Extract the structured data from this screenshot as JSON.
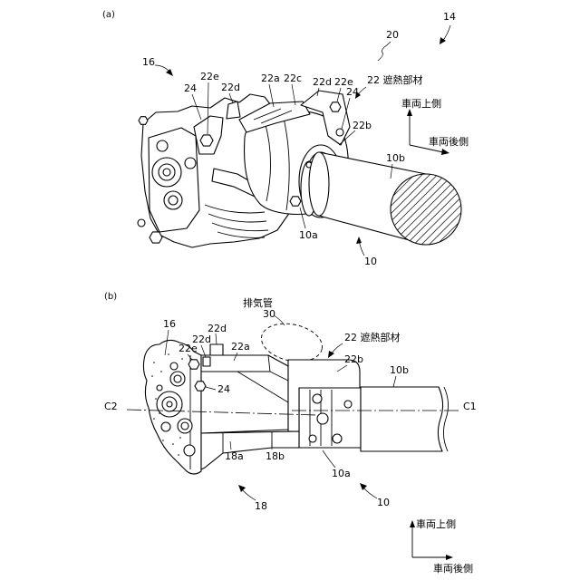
{
  "colors": {
    "line": "#000000",
    "background": "#ffffff"
  },
  "figure_a": {
    "panel_label": "(a)",
    "labels": {
      "ref_14": "14",
      "ref_20": "20",
      "ref_16": "16",
      "ref_22e_left": "22e",
      "ref_24_left": "24",
      "ref_22d_left": "22d",
      "ref_22a": "22a",
      "ref_22c": "22c",
      "ref_22d_right": "22d",
      "ref_22e_right": "22e",
      "ref_22_heat_shield": "22 遮熱部材",
      "ref_24_right": "24",
      "ref_22b": "22b",
      "ref_10b": "10b",
      "ref_10a": "10a",
      "ref_10": "10"
    },
    "directions": {
      "up": "車両上側",
      "rear": "車両後側"
    }
  },
  "figure_b": {
    "panel_label": "(b)",
    "labels": {
      "exhaust_pipe": "排気管",
      "ref_30": "30",
      "ref_22_heat_shield": "22 遮熱部材",
      "ref_16": "16",
      "ref_22d_upper": "22d",
      "ref_22d_lower": "22d",
      "ref_22e": "22e",
      "ref_22a": "22a",
      "ref_22b": "22b",
      "ref_10b": "10b",
      "ref_24": "24",
      "axis_c2": "C2",
      "axis_c1": "C1",
      "ref_18a": "18a",
      "ref_18b": "18b",
      "ref_10a": "10a",
      "ref_18": "18",
      "ref_10": "10"
    },
    "directions": {
      "up": "車両上側",
      "rear": "車両後側"
    }
  }
}
